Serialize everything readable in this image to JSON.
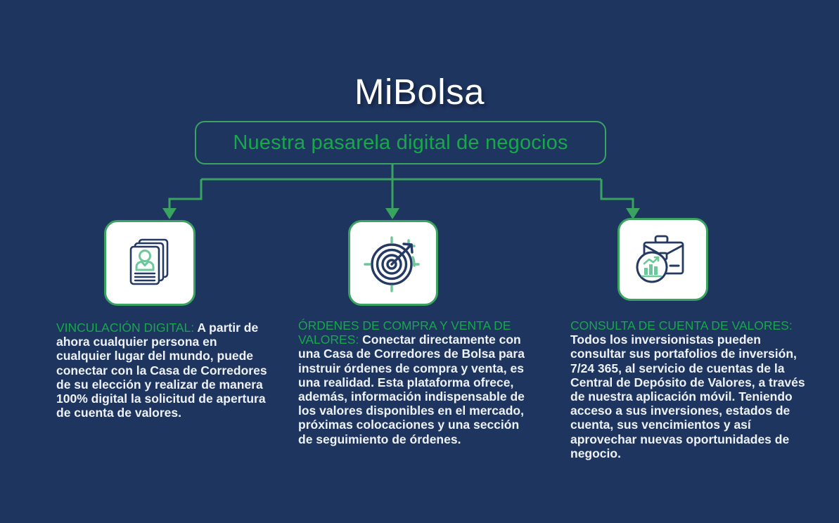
{
  "page": {
    "background_color": "#1e3560",
    "accent_green": "#3aa35f",
    "heading_green": "#17a84a",
    "text_color": "#eef2f7",
    "icon_navy": "#253a63"
  },
  "header": {
    "title": "MiBolsa",
    "subtitle": "Nuestra pasarela digital de negocios"
  },
  "connector": {
    "name": "tree-connector",
    "branches": 3
  },
  "columns": [
    {
      "id": "vinculacion-digital",
      "icon_name": "stacked-documents-person-icon",
      "heading": "VINCULACIÓN DIGITAL:",
      "body": " A partir de ahora cualquier persona en cualquier lugar del mundo, puede conectar con la Casa de Corredores de su elección y realizar de manera 100% digital la solicitud de apertura de cuenta de valores."
    },
    {
      "id": "ordenes-compra-venta",
      "icon_name": "target-arrow-icon",
      "heading": "ÓRDENES DE COMPRA Y VENTA DE VALORES:",
      "body": " Conectar directamente con una Casa de Corredores de Bolsa para instruir órdenes de compra y venta, es una realidad. Esta plataforma ofrece, además, información indispensable de los valores disponibles en el mercado, próximas colocaciones y una sección de seguimiento de órdenes."
    },
    {
      "id": "consulta-cuenta-valores",
      "icon_name": "briefcase-chart-icon",
      "heading": "CONSULTA DE CUENTA DE VALORES:",
      "body": " Todos los inversionistas pueden consultar sus portafolios de inversión, 7/24 365, al servicio de cuentas de la Central de Depósito de Valores, a través de nuestra aplicación móvil. Teniendo acceso a sus inversiones, estados de cuenta, sus vencimientos y así aprovechar nuevas oportunidades de negocio."
    }
  ]
}
